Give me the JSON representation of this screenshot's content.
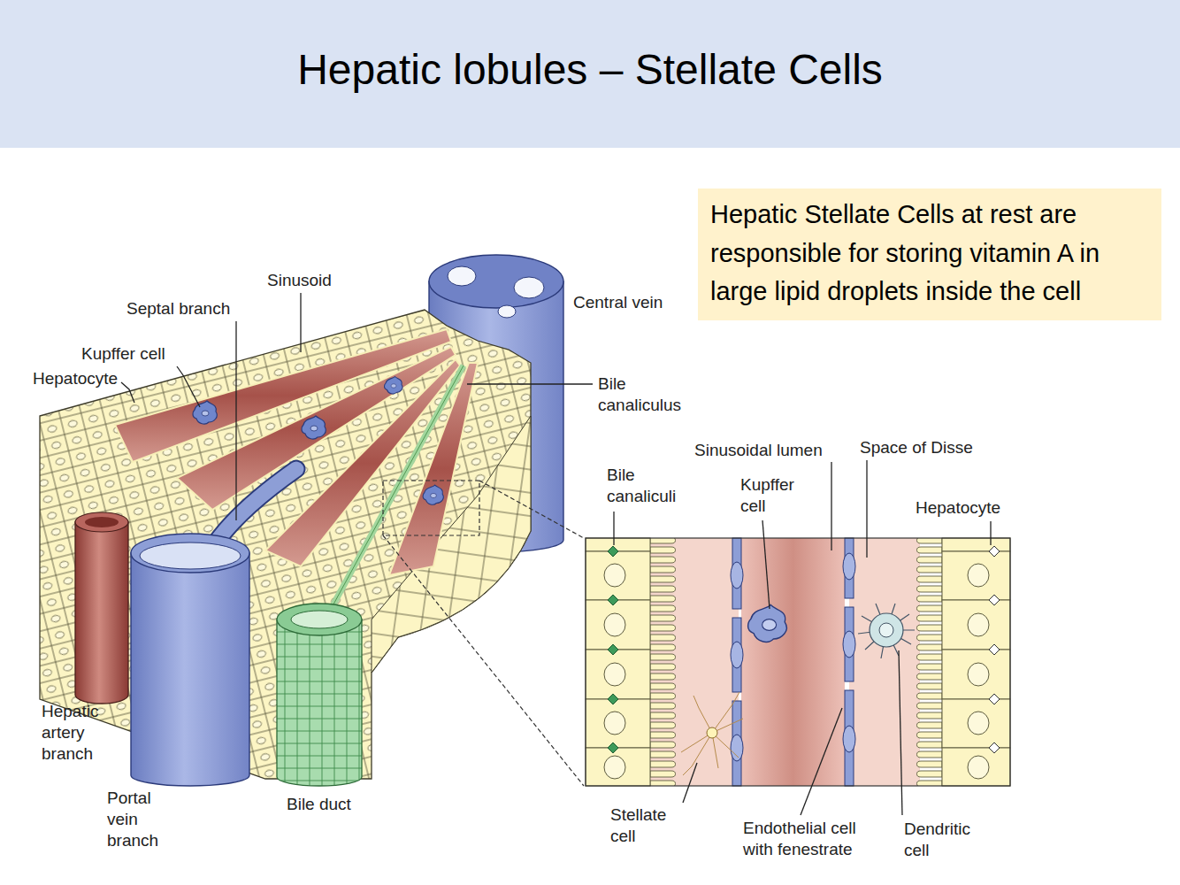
{
  "diagram": {
    "title": "Hepatic lobules – Stellate Cells",
    "nodes": [
      {
        "text": [
          "Hepatic Stellate Cells at rest are responsible for storing vitamin A in large lipid droplets inside the cell"
        ]
      }
    ],
    "labels": [
      "Sinusoid",
      "Septal branch",
      "Kupffer cell",
      "Hepatocyte",
      "Central vein",
      "Bile canaliculus",
      "Hepatic artery branch",
      "Portal vein branch",
      "Bile duct",
      "Bile canaliculi",
      "Sinusoidal lumen",
      "Kupffer cell",
      "Space of Disse",
      "Hepatocyte",
      "Stellate cell",
      "Endothelial cell with fenestrate",
      "Dendritic cell"
    ]
  }
}
